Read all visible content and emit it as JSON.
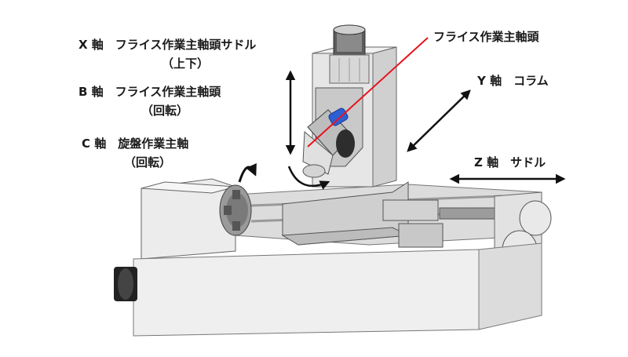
{
  "labels": {
    "x_axis": "X 軸　フライス作業主軸頭サドル",
    "x_axis_sub": "（上下）",
    "b_axis": "B 軸　フライス作業主軸頭",
    "b_axis_sub": "（回転）",
    "c_axis": "C 軸　旋盤作業主軸",
    "c_axis_sub": "（回転）",
    "milling_head": "フライス作業主軸頭",
    "y_axis": "Y 軸　コラム",
    "z_axis": "Z 軸　サドル"
  },
  "colors": {
    "pointer_line": "#e8141e",
    "tool": "#2c5fd6",
    "arrow": "#111111"
  },
  "icons": [
    "rotation-arrow-icon",
    "double-arrow-icon"
  ]
}
